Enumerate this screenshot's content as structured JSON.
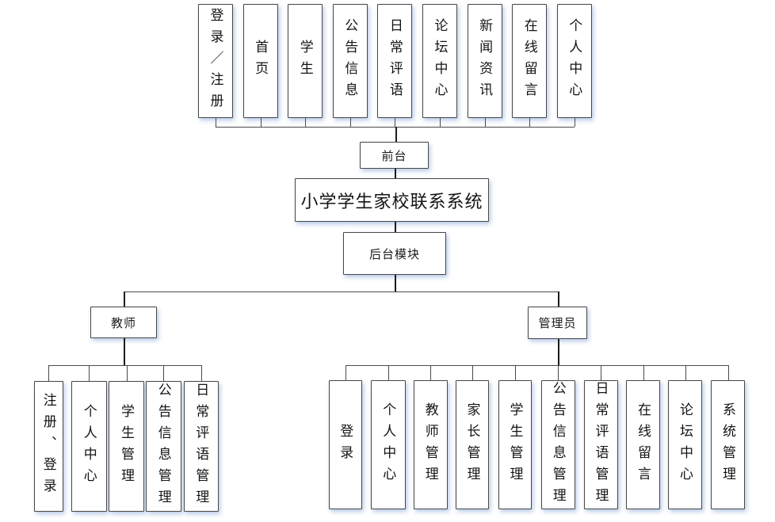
{
  "diagram": {
    "root_label": "小学学生家校联系系统",
    "front": {
      "label": "前台",
      "children": [
        "登录／注册",
        "首页",
        "学生",
        "公告信息",
        "日常评语",
        "论坛中心",
        "新闻资讯",
        "在线留言",
        "个人中心"
      ]
    },
    "back": {
      "label": "后台模块"
    },
    "teacher": {
      "label": "教师",
      "children": [
        "注册、登录",
        "个人中心",
        "学生管理",
        "公告信息管理",
        "日常评语管理"
      ]
    },
    "admin": {
      "label": "管理员",
      "children": [
        "登录",
        "个人中心",
        "教师管理",
        "家长管理",
        "学生管理",
        "公告信息管理",
        "日常评语管理",
        "在线留言",
        "论坛中心",
        "系统管理"
      ]
    },
    "colors": {
      "box_border": "#474747",
      "connector": "#4a4a4a",
      "trunk": "#1c1c1c",
      "shadow_glow": "#b0c4e5",
      "text": "#141414",
      "background": "#ffffff"
    }
  }
}
